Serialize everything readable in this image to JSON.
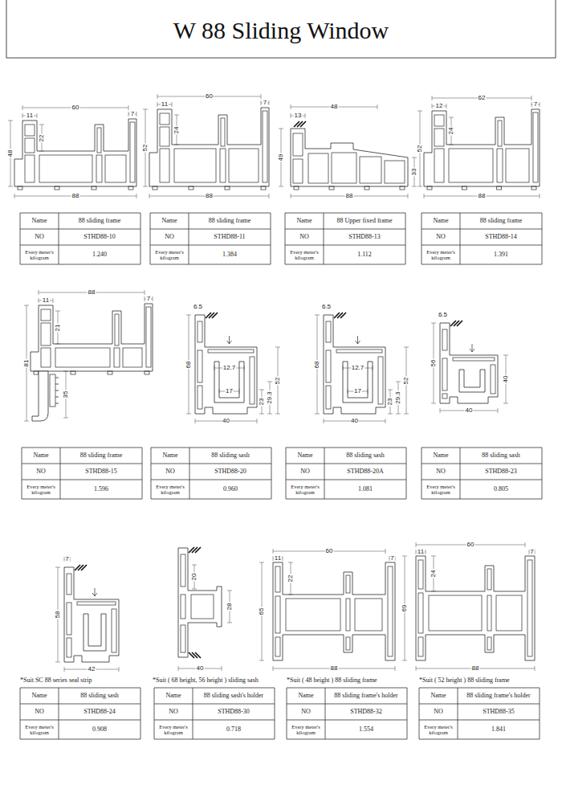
{
  "diagram": {
    "title": "W 88 Sliding Window",
    "labels": [
      "60",
      "11",
      "7",
      "22",
      "48",
      "88",
      "Name",
      "88 sliding frame",
      "NO",
      "STHD88-10",
      "Every meter's kilogram",
      "1.240",
      "60",
      "11",
      "7",
      "24",
      "52",
      "88",
      "Name",
      "88 sliding frame",
      "NO",
      "STHD88-11",
      "Every meter's kilogram",
      "1.384",
      "13",
      "48",
      "49",
      "33",
      "88",
      "Name",
      "88 Upper fixed frame",
      "NO",
      "STHD88-13",
      "Every meter's kilogram",
      "1.112",
      "62",
      "12",
      "7",
      "24",
      "52",
      "88",
      "Name",
      "88 sliding frame",
      "NO",
      "STHD88-14",
      "Every meter's kilogram",
      "1.391",
      "88",
      "11",
      "7",
      "21",
      "81",
      "35",
      "Name",
      "88 sliding frame",
      "NO",
      "STHD88-15",
      "Every meter's kilogram",
      "1.596",
      "6.5",
      "68",
      "52",
      "12.7",
      "17",
      "23",
      "29.3",
      "40",
      "Name",
      "88 sliding sash",
      "NO",
      "STHD88-20",
      "Every meter's kilogram",
      "0.960",
      "6.5",
      "68",
      "52",
      "12.7",
      "17",
      "23",
      "29.3",
      "40",
      "Name",
      "88 sliding sash",
      "NO",
      "STHD88-20A",
      "Every meter's kilogram",
      "1.081",
      "6.5",
      "56",
      "40",
      "40",
      "Name",
      "88 sliding sash",
      "NO",
      "STHD88-23",
      "Every meter's kilogram",
      "0.805",
      "7",
      "58",
      "42",
      "*Suit SC 88 series seal strip",
      "Name",
      "88 sliding sash",
      "NO",
      "STHD88-24",
      "Every meter's kilogram",
      "0.908",
      "20",
      "28",
      "40",
      "*Suit ( 68 height, 56 height ) sliding sash",
      "Name",
      "88 sliding sash's holder",
      "NO",
      "STHD88-30",
      "Every meter's kilogram",
      "0.718",
      "60",
      "11",
      "7",
      "22",
      "65",
      "88",
      "*Suit ( 48 height ) 88 sliding frame",
      "Name",
      "88 sliding frame's holder",
      "NO",
      "STHD88-32",
      "Every meter's kilogram",
      "1.554",
      "60",
      "11",
      "7",
      "24",
      "69",
      "88",
      "*Suit ( 52 height ) 88 sliding frame",
      "Name",
      "88 sliding frame's holder",
      "NO",
      "STHD88-35",
      "Every meter's kilogram",
      "1.841"
    ]
  }
}
